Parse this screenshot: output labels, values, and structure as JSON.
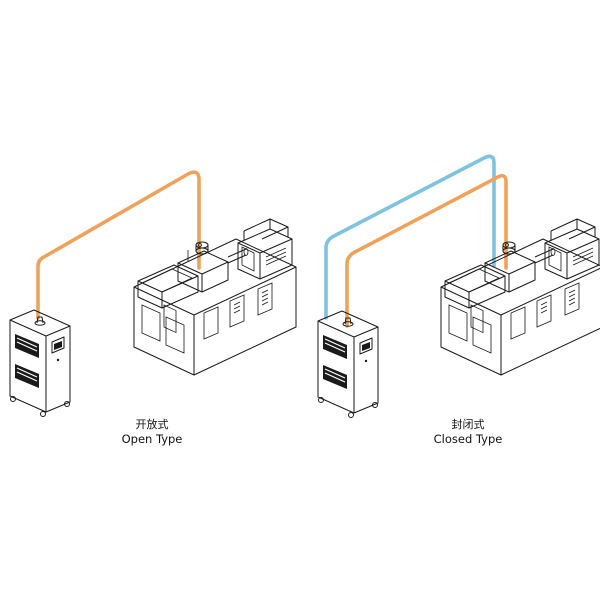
{
  "panels": [
    {
      "id": "open",
      "label_zh": "开放式",
      "label_en": "Open Type"
    },
    {
      "id": "closed",
      "label_zh": "封闭式",
      "label_en": "Closed Type"
    }
  ],
  "colors": {
    "supply_pipe": "#f0a25a",
    "return_pipe": "#7ec3e0",
    "outline": "#1a1a1a"
  },
  "icons": [
    "dryer-unit",
    "injection-molding-machine",
    "pipe-supply",
    "pipe-return"
  ]
}
